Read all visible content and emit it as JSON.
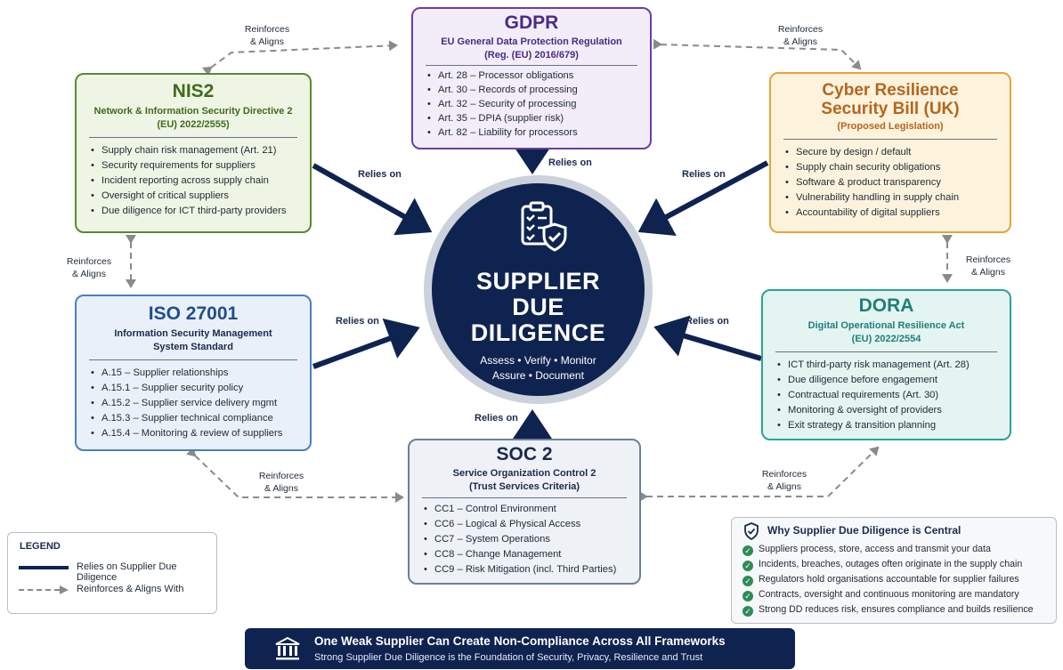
{
  "center": {
    "title_lines": [
      "SUPPLIER",
      "DUE",
      "DILIGENCE"
    ],
    "tagline_1": "Assess • Verify • Monitor",
    "tagline_2": "Assure • Document",
    "icon": "clipboard-shield-icon"
  },
  "gdpr": {
    "title": "GDPR",
    "sub1": "EU General Data Protection Regulation",
    "sub2": "(Reg. (EU) 2016/679)",
    "items": [
      "Art. 28 – Processor obligations",
      "Art. 30 – Records of processing",
      "Art. 32 – Security of processing",
      "Art. 35 – DPIA (supplier risk)",
      "Art. 82 – Liability for processors"
    ]
  },
  "nis2": {
    "title": "NIS2",
    "sub1": "Network & Information Security Directive 2",
    "sub2": "(EU) 2022/2555)",
    "items": [
      "Supply chain risk management (Art. 21)",
      "Security requirements for suppliers",
      "Incident reporting across supply chain",
      "Oversight of critical suppliers",
      "Due diligence for ICT third-party providers"
    ]
  },
  "crsb": {
    "title1": "Cyber Resilience",
    "title2": "Security Bill (UK)",
    "sub1": "(Proposed Legislation)",
    "items": [
      "Secure by design / default",
      "Supply chain security obligations",
      "Software & product transparency",
      "Vulnerability handling in supply chain",
      "Accountability of digital suppliers"
    ]
  },
  "iso": {
    "title": "ISO 27001",
    "sub1": "Information Security Management",
    "sub2": "System Standard",
    "items": [
      "A.15 – Supplier relationships",
      "A.15.1 – Supplier security policy",
      "A.15.2 – Supplier service delivery mgmt",
      "A.15.3 – Supplier technical compliance",
      "A.15.4 – Monitoring & review of suppliers"
    ]
  },
  "dora": {
    "title": "DORA",
    "sub1": "Digital Operational Resilience Act",
    "sub2": "(EU) 2022/2554",
    "items": [
      "ICT third-party risk management (Art. 28)",
      "Due diligence before engagement",
      "Contractual requirements (Art. 30)",
      "Monitoring & oversight of providers",
      "Exit strategy & transition planning"
    ]
  },
  "soc2": {
    "title": "SOC 2",
    "sub1": "Service Organization Control 2",
    "sub2": "(Trust Services Criteria)",
    "items": [
      "CC1 – Control Environment",
      "CC6 – Logical & Physical Access",
      "CC7 – System Operations",
      "CC8 – Change Management",
      "CC9 – Risk Mitigation (incl. Third Parties)"
    ]
  },
  "labels": {
    "relies_on": "Relies on",
    "reinforces_1": "Reinforces",
    "reinforces_2": "& Aligns"
  },
  "legend": {
    "title": "LEGEND",
    "solid": "Relies on Supplier Due Diligence",
    "dashed": "Reinforces & Aligns With"
  },
  "why": {
    "title": "Why Supplier Due Diligence is Central",
    "items": [
      "Suppliers process, store, access and transmit your data",
      "Incidents, breaches, outages often originate in the supply chain",
      "Regulators hold organisations accountable for supplier failures",
      "Contracts, oversight and continuous monitoring are mandatory",
      "Strong DD reduces risk, ensures compliance and builds resilience"
    ]
  },
  "banner": {
    "title": "One Weak Supplier Can Create Non-Compliance Across All Frameworks",
    "subtitle": "Strong Supplier Due Diligence is the Foundation of Security, Privacy, Resilience and Trust",
    "icon": "institution-icon"
  },
  "colors": {
    "navy": "#0f2350",
    "gdpr": "#6b3fa0",
    "nis2": "#5a8a2e",
    "crsb": "#e8a33a",
    "iso": "#4a7fc1",
    "dora": "#2aa39a",
    "soc2": "#6e7f99",
    "check": "#2e8b57"
  }
}
